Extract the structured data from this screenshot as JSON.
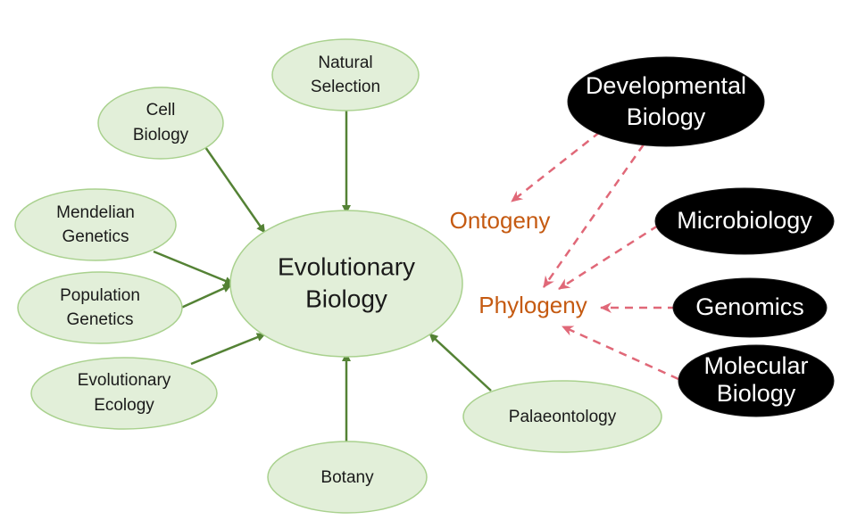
{
  "diagram": {
    "center": {
      "lines": [
        "Evolutionary",
        "Biology"
      ]
    },
    "green_nodes": {
      "natural_selection": {
        "lines": [
          "Natural",
          "Selection"
        ]
      },
      "cell_biology": {
        "lines": [
          "Cell",
          "Biology"
        ]
      },
      "mendelian_genetics": {
        "lines": [
          "Mendelian",
          "Genetics"
        ]
      },
      "population_genetics": {
        "lines": [
          "Population",
          "Genetics"
        ]
      },
      "evolutionary_ecology": {
        "lines": [
          "Evolutionary",
          "Ecology"
        ]
      },
      "botany": {
        "lines": [
          "Botany"
        ]
      },
      "palaeontology": {
        "lines": [
          "Palaeontology"
        ]
      }
    },
    "black_nodes": {
      "developmental_biology": {
        "lines": [
          "Developmental",
          "Biology"
        ]
      },
      "microbiology": {
        "lines": [
          "Microbiology"
        ]
      },
      "genomics": {
        "lines": [
          "Genomics"
        ]
      },
      "molecular_biology": {
        "lines": [
          "Molecular",
          "Biology"
        ]
      }
    },
    "concepts": {
      "ontogeny": "Ontogeny",
      "phylogeny": "Phylogeny"
    },
    "edges": [
      {
        "from": "natural_selection",
        "to": "center",
        "style": "solid"
      },
      {
        "from": "cell_biology",
        "to": "center",
        "style": "solid"
      },
      {
        "from": "mendelian_genetics",
        "to": "center",
        "style": "solid"
      },
      {
        "from": "population_genetics",
        "to": "center",
        "style": "solid"
      },
      {
        "from": "evolutionary_ecology",
        "to": "center",
        "style": "solid"
      },
      {
        "from": "botany",
        "to": "center",
        "style": "solid"
      },
      {
        "from": "palaeontology",
        "to": "center",
        "style": "solid"
      },
      {
        "from": "developmental_biology",
        "to": "ontogeny",
        "style": "dashed"
      },
      {
        "from": "developmental_biology",
        "to": "phylogeny",
        "style": "dashed"
      },
      {
        "from": "microbiology",
        "to": "phylogeny",
        "style": "dashed"
      },
      {
        "from": "genomics",
        "to": "phylogeny",
        "style": "dashed"
      },
      {
        "from": "molecular_biology",
        "to": "phylogeny",
        "style": "dashed"
      }
    ],
    "colors": {
      "green_fill": "#e2efd9",
      "green_stroke": "#a9d18e",
      "solid_arrow": "#548235",
      "dashed_arrow": "#e06878",
      "concept_text": "#c55a11",
      "black_fill": "#000000"
    }
  }
}
